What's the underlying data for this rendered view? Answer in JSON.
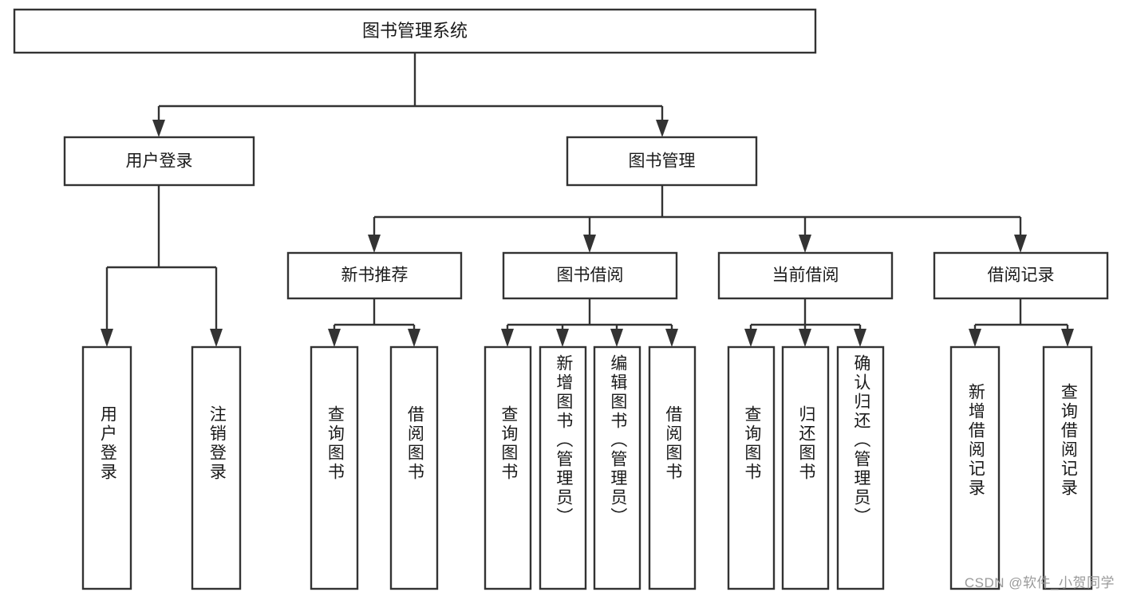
{
  "diagram": {
    "title": "图书管理系统",
    "type": "tree-hierarchy",
    "orientation": "top-down",
    "root": {
      "label": "图书管理系统",
      "children": [
        {
          "label": "用户登录",
          "children": [
            {
              "label": "用户登录"
            },
            {
              "label": "注销登录"
            }
          ]
        },
        {
          "label": "图书管理",
          "children": [
            {
              "label": "新书推荐",
              "children": [
                {
                  "label": "查询图书"
                },
                {
                  "label": "借阅图书"
                }
              ]
            },
            {
              "label": "图书借阅",
              "children": [
                {
                  "label": "查询图书"
                },
                {
                  "label": "新增图书（管理员）"
                },
                {
                  "label": "编辑图书（管理员）"
                },
                {
                  "label": "借阅图书"
                }
              ]
            },
            {
              "label": "当前借阅",
              "children": [
                {
                  "label": "查询图书"
                },
                {
                  "label": "归还图书"
                },
                {
                  "label": "确认归还（管理员）"
                }
              ]
            },
            {
              "label": "借阅记录",
              "children": [
                {
                  "label": "新增借阅记录"
                },
                {
                  "label": "查询借阅记录"
                }
              ]
            }
          ]
        }
      ]
    }
  },
  "nodes": {
    "root": "图书管理系统",
    "l2": {
      "user_login": "用户登录",
      "book_manage": "图书管理"
    },
    "l3": {
      "new_book_rec": "新书推荐",
      "book_borrow": "图书借阅",
      "current_borrow": "当前借阅",
      "borrow_record": "借阅记录"
    },
    "leaves": {
      "user_login_1": "用户登录",
      "user_login_2": "注销登录",
      "rec_1": "查询图书",
      "rec_2": "借阅图书",
      "borrow_1": "查询图书",
      "borrow_2": "新增图书（管理员）",
      "borrow_3": "编辑图书（管理员）",
      "borrow_4": "借阅图书",
      "cur_1": "查询图书",
      "cur_2": "归还图书",
      "cur_3": "确认归还（管理员）",
      "rev_1": "新增借阅记录",
      "rev_2": "查询借阅记录"
    }
  },
  "watermark": {
    "text": "CSDN @软件_小贺同学"
  },
  "colors": {
    "background": "#ffffff",
    "box_fill": "#ffffff",
    "box_stroke": "#333333",
    "text": "#1a1a1a",
    "watermark": "#9a9a9a"
  }
}
